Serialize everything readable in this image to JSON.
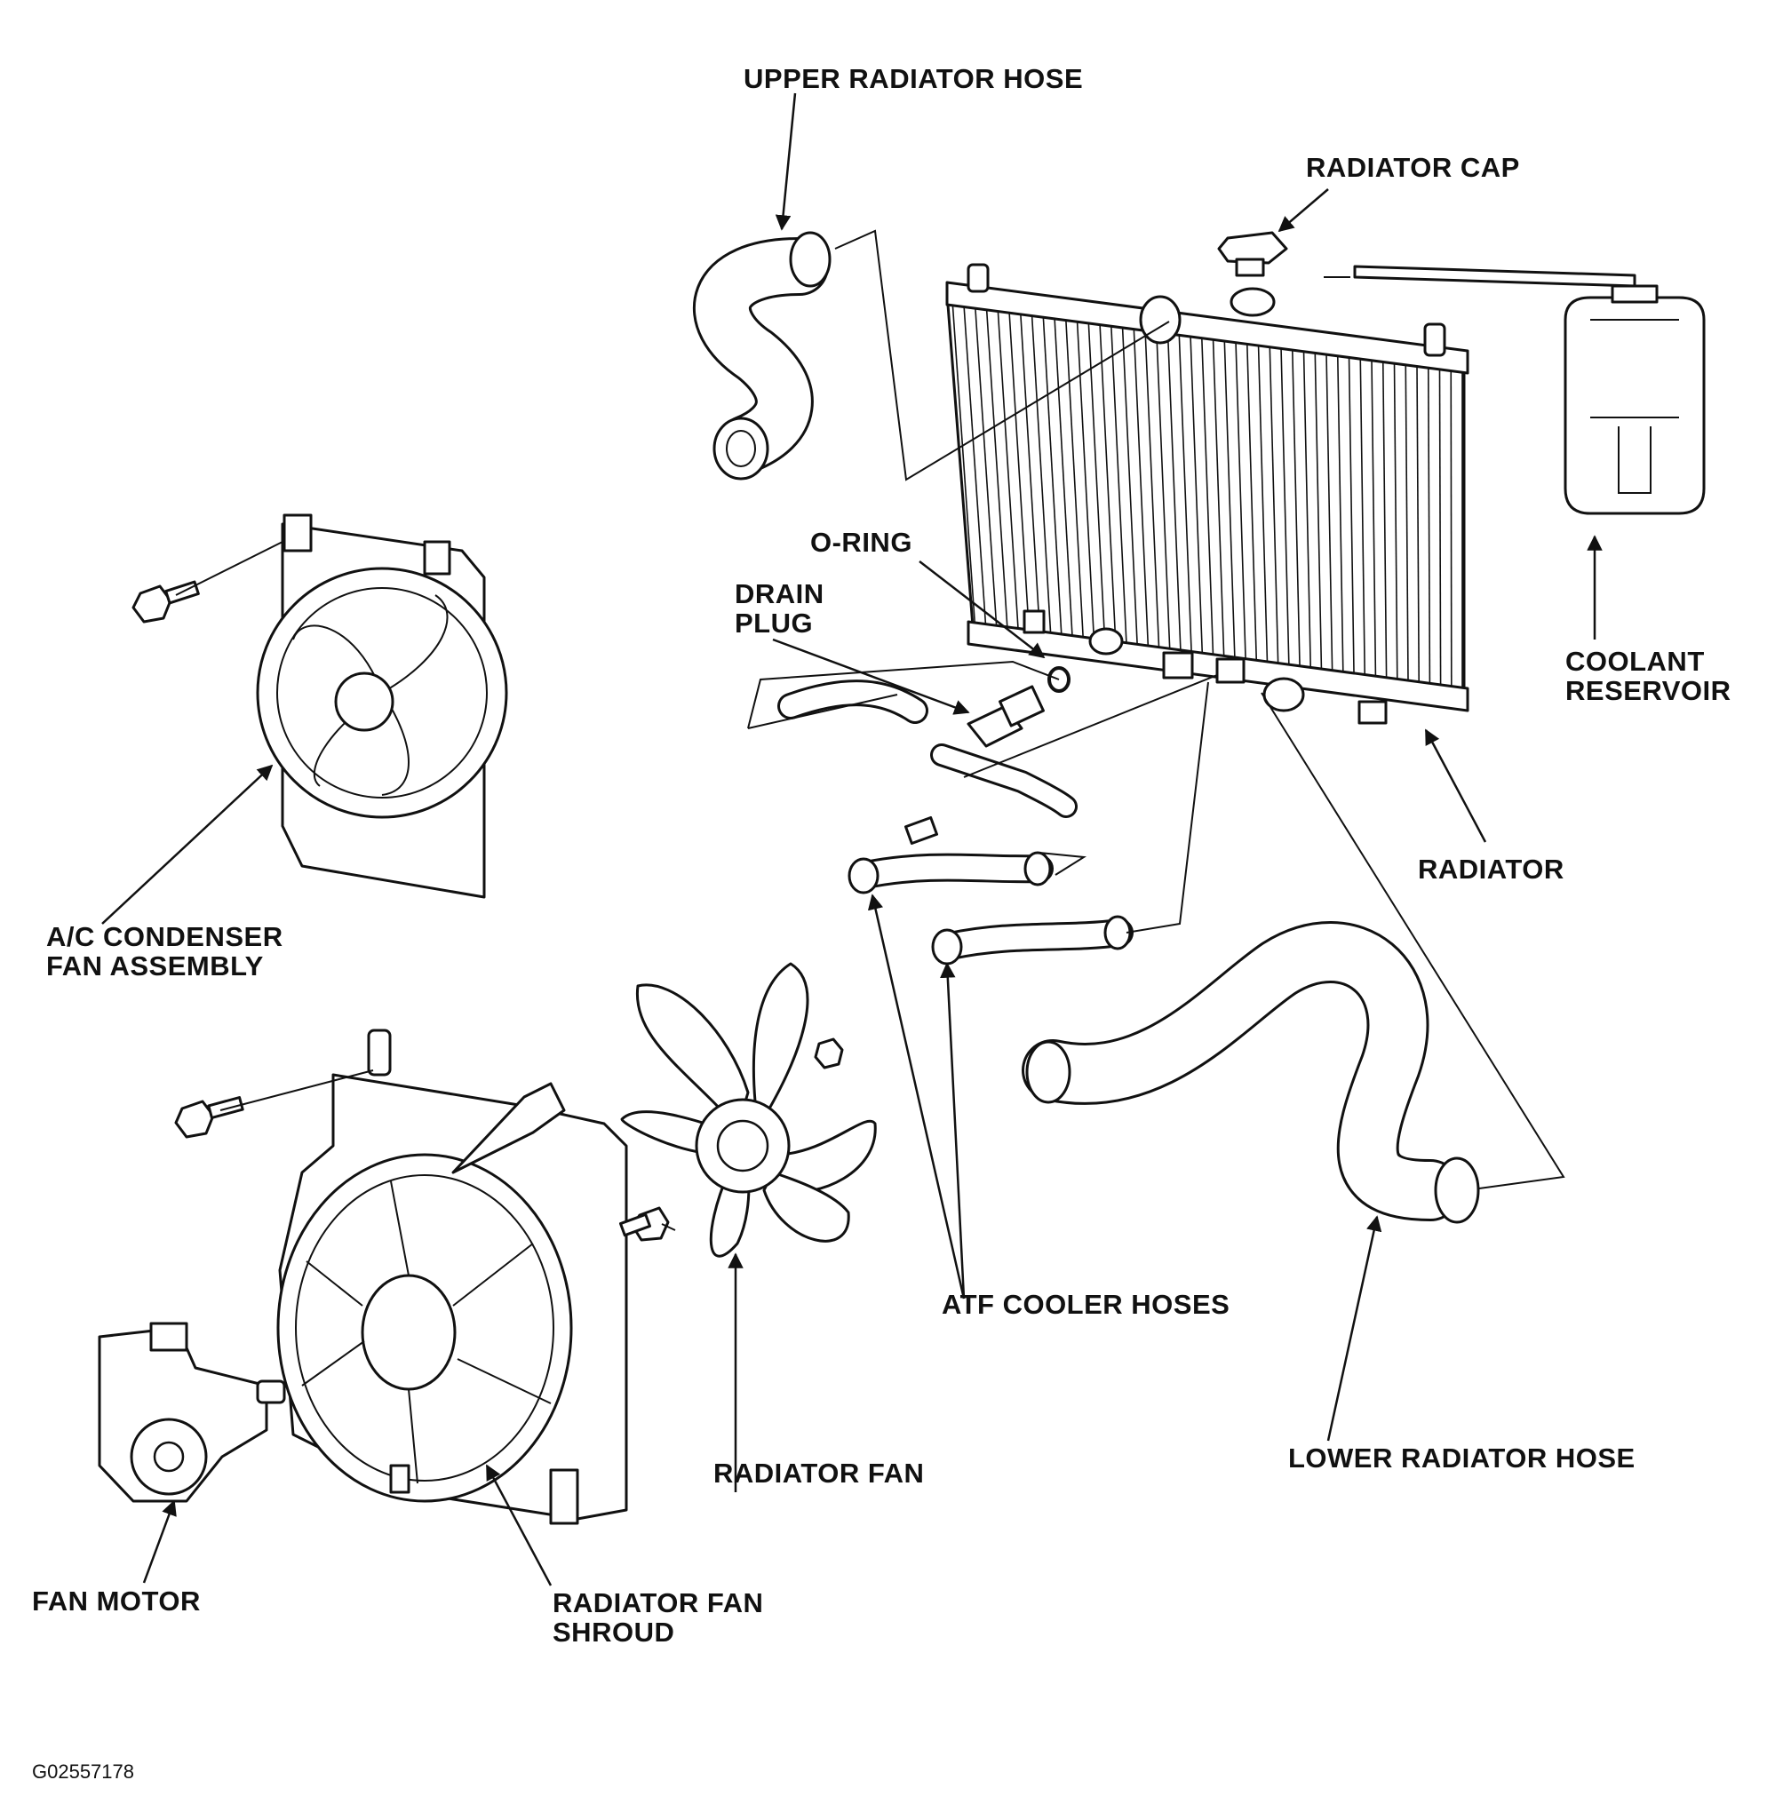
{
  "labels": {
    "upper_radiator_hose": "UPPER RADIATOR HOSE",
    "radiator_cap": "RADIATOR CAP",
    "o_ring": "O-RING",
    "drain_plug": "DRAIN\nPLUG",
    "coolant_reservoir": "COOLANT\nRESERVOIR",
    "radiator": "RADIATOR",
    "ac_condenser_fan_assembly": "A/C CONDENSER\nFAN ASSEMBLY",
    "atf_cooler_hoses": "ATF COOLER HOSES",
    "radiator_fan": "RADIATOR FAN",
    "lower_radiator_hose": "LOWER RADIATOR HOSE",
    "fan_motor": "FAN MOTOR",
    "radiator_fan_shroud": "RADIATOR FAN\nSHROUD"
  },
  "figure_code": "G02557178"
}
